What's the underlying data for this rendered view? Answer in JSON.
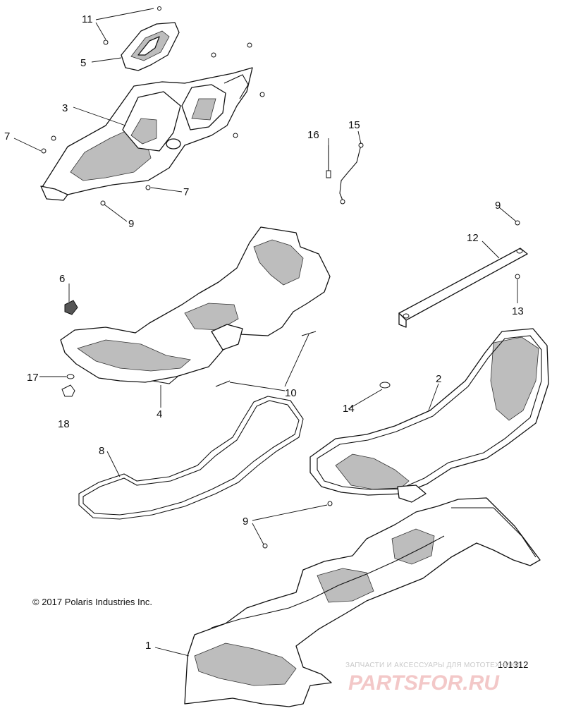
{
  "callouts": {
    "c1": "1",
    "c2": "2",
    "c3": "3",
    "c4": "4",
    "c5": "5",
    "c6": "6",
    "c7a": "7",
    "c7b": "7",
    "c8": "8",
    "c9a": "9",
    "c9b": "9",
    "c9c": "9",
    "c10": "10",
    "c11": "11",
    "c12": "12",
    "c13": "13",
    "c14": "14",
    "c15": "15",
    "c16": "16",
    "c17": "17",
    "c18": "18"
  },
  "copyright": "© 2017 Polaris Industries Inc.",
  "diagram_id": "101312",
  "watermark": {
    "tagline": "ЗАПЧАСТИ И АКСЕССУАРЫ ДЛЯ МОТОТЕХНИКИ",
    "logo": "PARTSFOR.RU"
  },
  "colors": {
    "line": "#111111",
    "shade": "#bdbdbd",
    "watermark_logo": "#f3c8c8",
    "watermark_text": "#c9c9c9"
  }
}
